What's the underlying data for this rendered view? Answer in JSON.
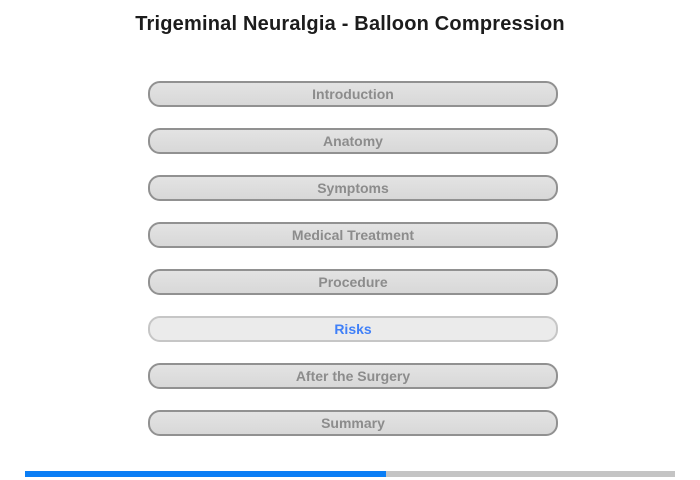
{
  "page": {
    "title": "Trigeminal Neuralgia - Balloon Compression"
  },
  "menu": {
    "items": [
      {
        "label": "Introduction",
        "active": false
      },
      {
        "label": "Anatomy",
        "active": false
      },
      {
        "label": "Symptoms",
        "active": false
      },
      {
        "label": "Medical Treatment",
        "active": false
      },
      {
        "label": "Procedure",
        "active": false
      },
      {
        "label": "Risks",
        "active": true
      },
      {
        "label": "After the Surgery",
        "active": false
      },
      {
        "label": "Summary",
        "active": false
      }
    ]
  },
  "progress": {
    "percent": 55.5,
    "fill_color": "#0b7ef5",
    "track_color": "#c4c4c4"
  },
  "colors": {
    "title_text": "#1c1c1c",
    "button_text": "#8c8c8c",
    "button_border": "#919191",
    "active_button_text": "#4080f8",
    "active_button_border": "#c6c6c6"
  }
}
